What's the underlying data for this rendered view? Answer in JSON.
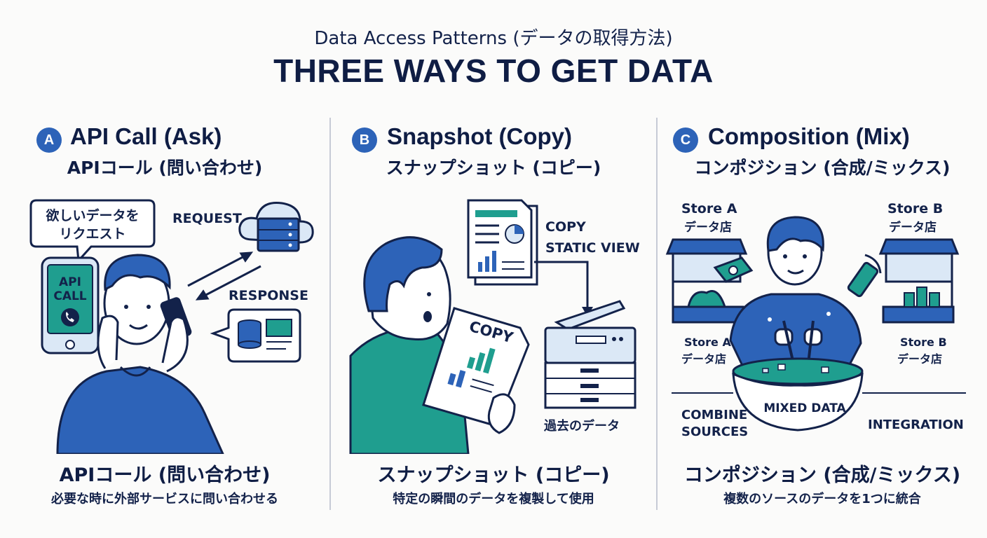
{
  "header": {
    "subtitle": "Data Access Patterns (データの取得方法)",
    "title": "THREE WAYS TO GET DATA"
  },
  "colors": {
    "primary_blue": "#2d63b8",
    "navy": "#13224a",
    "teal": "#1f9e8f",
    "light_blue": "#dbe8f6"
  },
  "panels": [
    {
      "badge": "A",
      "name": "API Call (Ask)",
      "name_jp": "APIコール (問い合わせ)",
      "bubble_line1": "欲しいデータを",
      "bubble_line2": "リクエスト",
      "phone_line1": "API",
      "phone_line2": "CALL",
      "request_label": "REQUEST",
      "response_label": "RESPONSE",
      "footer_title": "APIコール (問い合わせ)",
      "footer_desc": "必要な時に外部サービスに問い合わせる"
    },
    {
      "badge": "B",
      "name": "Snapshot (Copy)",
      "name_jp": "スナップショット (コピー)",
      "paper_label": "COPY",
      "copy_label1": "COPY",
      "copy_label2": "STATIC VIEW",
      "past_data_label": "過去のデータ",
      "footer_title": "スナップショット (コピー)",
      "footer_desc": "特定の瞬間のデータを複製して使用"
    },
    {
      "badge": "C",
      "name": "Composition (Mix)",
      "name_jp": "コンポジション (合成/ミックス)",
      "store_a_top": "Store A",
      "store_a_top_jp": "データ店",
      "store_b_top": "Store B",
      "store_b_top_jp": "データ店",
      "store_a_bottom": "Store A",
      "store_a_bottom_jp": "データ店",
      "store_b_bottom": "Store B",
      "store_b_bottom_jp": "データ店",
      "combine_label1": "COMBINE",
      "combine_label2": "SOURCES",
      "mixed_label": "MIXED DATA",
      "integration_label": "INTEGRATION",
      "footer_title": "コンポジション (合成/ミックス)",
      "footer_desc": "複数のソースのデータを1つに統合"
    }
  ]
}
